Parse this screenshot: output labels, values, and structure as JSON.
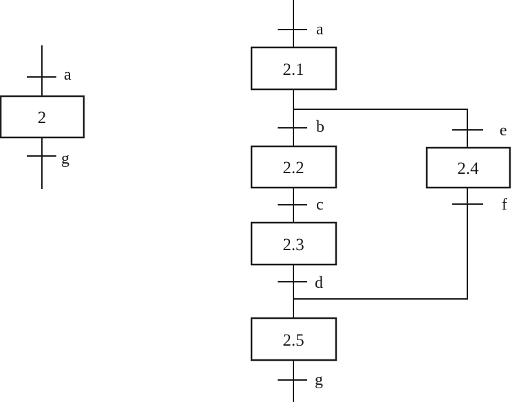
{
  "macro_step": {
    "step": "2",
    "in_transition": "a",
    "out_transition": "g"
  },
  "expansion": {
    "steps": {
      "s21": "2.1",
      "s22": "2.2",
      "s23": "2.3",
      "s24": "2.4",
      "s25": "2.5"
    },
    "transitions": {
      "ta": "a",
      "tb": "b",
      "tc": "c",
      "td": "d",
      "te": "e",
      "tf": "f",
      "tg": "g"
    }
  }
}
